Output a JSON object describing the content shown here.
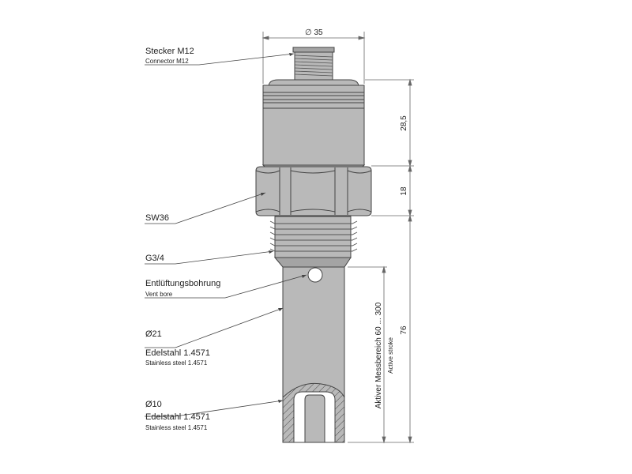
{
  "colors": {
    "body_fill": "#b9b9b9",
    "body_dark": "#a4a4a4",
    "outline": "#444444",
    "dimension_line": "#666666",
    "text": "#222222",
    "background": "#ffffff"
  },
  "dimensions": {
    "diameter_top": "∅ 35",
    "height_head": "28,5",
    "height_hex": "18",
    "length_probe": "76",
    "active_range_de": "Aktiver Messbereich   60 ... 300",
    "active_range_en": "Active stroke"
  },
  "callouts": {
    "connector": {
      "de": "Stecker M12",
      "en": "Connector M12"
    },
    "wrench": {
      "de": "SW36"
    },
    "thread": {
      "de": "G3/4"
    },
    "vent": {
      "de": "Entlüftungsbohrung",
      "en": "Vent bore"
    },
    "tube": {
      "dia": "Ø21",
      "de": "Edelstahl 1.4571",
      "en": "Stainless steel 1.4571"
    },
    "inner": {
      "dia": "Ø10",
      "de": "Edelstahl 1.4571",
      "en": "Stainless steel 1.4571"
    }
  }
}
